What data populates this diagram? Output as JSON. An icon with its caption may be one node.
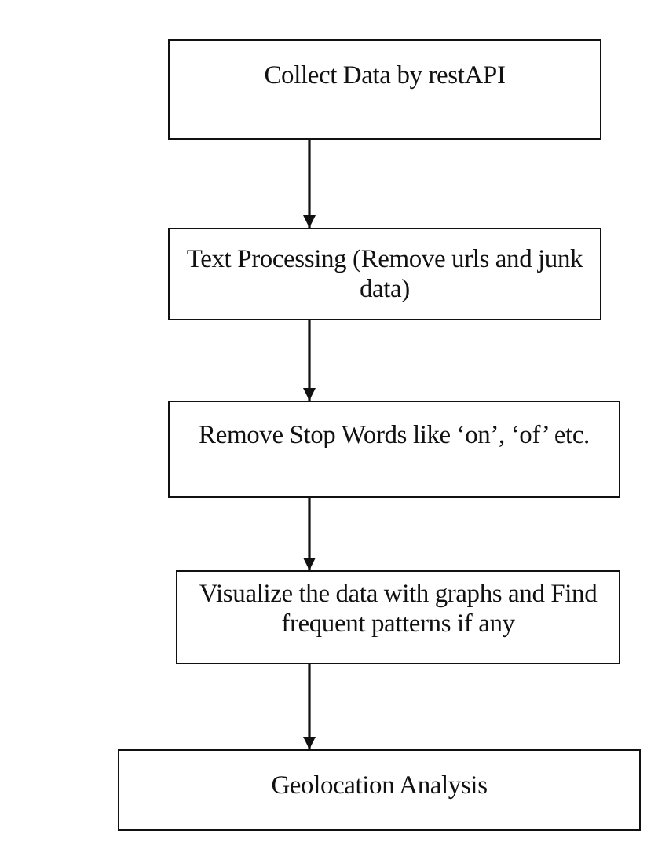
{
  "diagram": {
    "nodes": [
      {
        "text": [
          "Collect Data by restAPI"
        ]
      },
      {
        "text": [
          "Text Processing (Remove urls and junk data)"
        ]
      },
      {
        "text": [
          "Remove Stop Words like ‘on’, ‘of’ etc."
        ]
      },
      {
        "text": [
          "Visualize the data with graphs and Find frequent patterns if any"
        ]
      },
      {
        "text": [
          "Geolocation Analysis"
        ]
      }
    ],
    "edges": [
      {
        "from": 0,
        "to": 1,
        "arrow": "to"
      },
      {
        "from": 1,
        "to": 2,
        "arrow": "to"
      },
      {
        "from": 2,
        "to": 3,
        "arrow": "to"
      },
      {
        "from": 3,
        "to": 4,
        "arrow": "to"
      }
    ]
  }
}
